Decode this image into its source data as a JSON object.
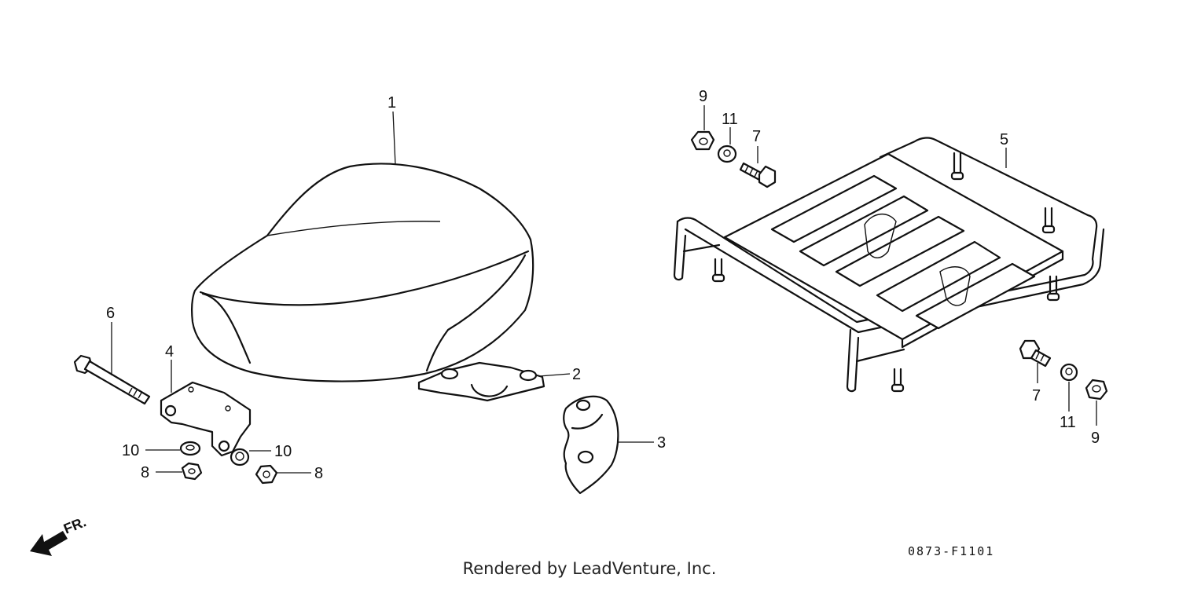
{
  "callouts": {
    "c1": "1",
    "c2": "2",
    "c3": "3",
    "c4": "4",
    "c5": "5",
    "c6": "6",
    "c7a": "7",
    "c7b": "7",
    "c8a": "8",
    "c8b": "8",
    "c9a": "9",
    "c9b": "9",
    "c10a": "10",
    "c10b": "10",
    "c11a": "11",
    "c11b": "11"
  },
  "direction_label": "FR.",
  "diagram_code": "0873-F1101",
  "credit": "Rendered by LeadVenture, Inc."
}
